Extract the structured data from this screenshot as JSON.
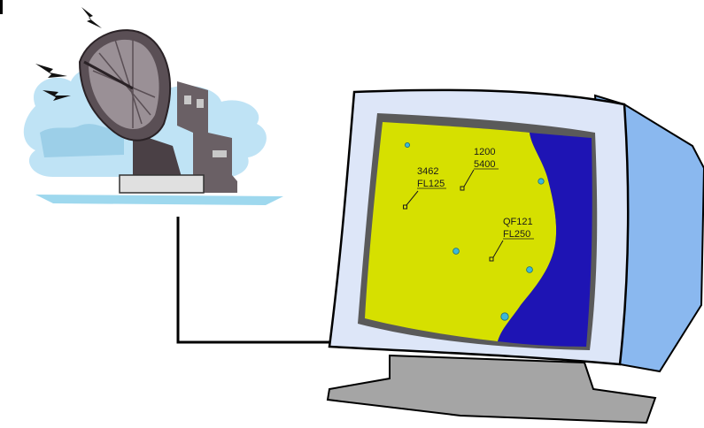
{
  "colors": {
    "radar_land": "#d6e000",
    "radar_sea": "#1e14b4",
    "monitor_body": "#dde6f8",
    "monitor_side": "#8ab8ef",
    "monitor_stand": "#a5a5a5",
    "sky": "#bfe3f5",
    "dish": "#5a4f55",
    "blip": "#3cb8d8",
    "link_line": "#000000"
  },
  "icons": {
    "antenna": "satellite-dish-icon",
    "display": "crt-monitor-icon",
    "signal": "lightning-bolt-icon"
  },
  "radar": {
    "targets": [
      {
        "id": "target-3462",
        "line1": "3462",
        "line2": "FL125"
      },
      {
        "id": "target-1200",
        "line1": "1200",
        "line2": "5400"
      },
      {
        "id": "target-qf121",
        "line1": "QF121",
        "line2": "FL250"
      }
    ]
  }
}
